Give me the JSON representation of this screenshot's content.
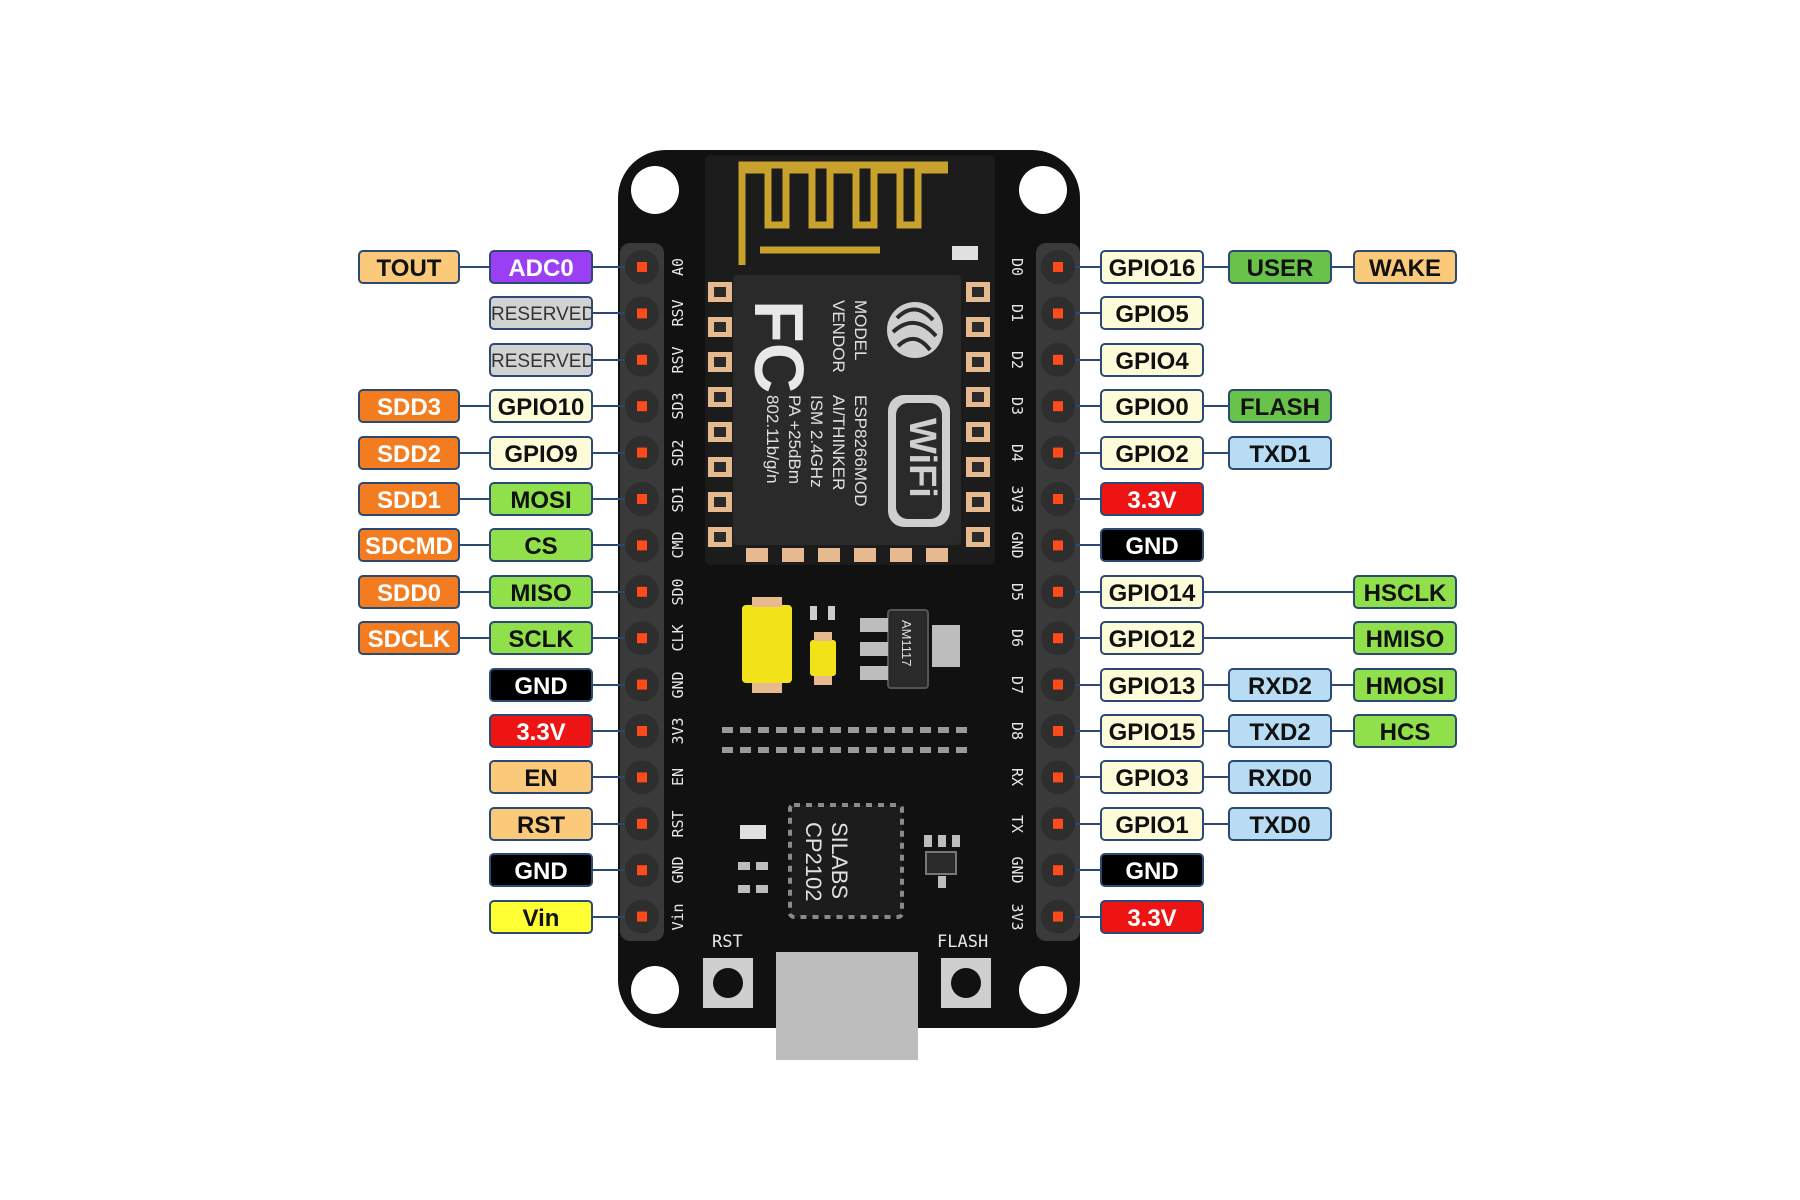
{
  "colors": {
    "board": "#111111",
    "pin_header": "#3a3a3a",
    "pin_dot": "#ff4a1a",
    "antenna": "#c9a22e",
    "pad": "#e6b98f",
    "connector_line": "#2b4a73",
    "usb": "#bdbdbd",
    "capacitor": "#f2e21a"
  },
  "module": {
    "logo_fc": "FC",
    "lines": [
      "MODEL",
      "VENDOR",
      "ESP8266MOD",
      "AI/THINKER",
      "ISM 2.4GHz",
      "PA +25dBm",
      "802.11b/g/n"
    ],
    "wifi_logo": "WiFi"
  },
  "regulator_label": "AM1117",
  "usb_chip": {
    "line1": "SILABS",
    "line2": "CP2102"
  },
  "buttons": {
    "rst": "RST",
    "flash": "FLASH"
  },
  "left_pins": [
    {
      "silk": "A0",
      "labels": [
        {
          "text": "ADC0",
          "style": "adc"
        },
        {
          "text": "TOUT",
          "style": "light-orange"
        }
      ]
    },
    {
      "silk": "RSV",
      "labels": [
        {
          "text": "RESERVED",
          "style": "reserved"
        }
      ]
    },
    {
      "silk": "RSV",
      "labels": [
        {
          "text": "RESERVED",
          "style": "reserved"
        }
      ]
    },
    {
      "silk": "SD3",
      "labels": [
        {
          "text": "GPIO10",
          "style": "gpio"
        },
        {
          "text": "SDD3",
          "style": "orange"
        }
      ]
    },
    {
      "silk": "SD2",
      "labels": [
        {
          "text": "GPIO9",
          "style": "gpio"
        },
        {
          "text": "SDD2",
          "style": "orange"
        }
      ]
    },
    {
      "silk": "SD1",
      "labels": [
        {
          "text": "MOSI",
          "style": "green"
        },
        {
          "text": "SDD1",
          "style": "orange"
        }
      ]
    },
    {
      "silk": "CMD",
      "labels": [
        {
          "text": "CS",
          "style": "green"
        },
        {
          "text": "SDCMD",
          "style": "orange"
        }
      ]
    },
    {
      "silk": "SD0",
      "labels": [
        {
          "text": "MISO",
          "style": "green"
        },
        {
          "text": "SDD0",
          "style": "orange"
        }
      ]
    },
    {
      "silk": "CLK",
      "labels": [
        {
          "text": "SCLK",
          "style": "green"
        },
        {
          "text": "SDCLK",
          "style": "orange"
        }
      ]
    },
    {
      "silk": "GND",
      "labels": [
        {
          "text": "GND",
          "style": "black"
        }
      ]
    },
    {
      "silk": "3V3",
      "labels": [
        {
          "text": "3.3V",
          "style": "red"
        }
      ]
    },
    {
      "silk": "EN",
      "labels": [
        {
          "text": "EN",
          "style": "light-orange"
        }
      ]
    },
    {
      "silk": "RST",
      "labels": [
        {
          "text": "RST",
          "style": "light-orange"
        }
      ]
    },
    {
      "silk": "GND",
      "labels": [
        {
          "text": "GND",
          "style": "black"
        }
      ]
    },
    {
      "silk": "Vin",
      "labels": [
        {
          "text": "Vin",
          "style": "yellow"
        }
      ]
    }
  ],
  "right_pins": [
    {
      "silk": "D0",
      "labels": [
        {
          "text": "GPIO16",
          "style": "gpio"
        },
        {
          "text": "USER",
          "style": "dark-green"
        },
        {
          "text": "WAKE",
          "style": "light-orange"
        }
      ]
    },
    {
      "silk": "D1",
      "labels": [
        {
          "text": "GPIO5",
          "style": "gpio"
        }
      ]
    },
    {
      "silk": "D2",
      "labels": [
        {
          "text": "GPIO4",
          "style": "gpio"
        }
      ]
    },
    {
      "silk": "D3",
      "labels": [
        {
          "text": "GPIO0",
          "style": "gpio"
        },
        {
          "text": "FLASH",
          "style": "dark-green"
        }
      ]
    },
    {
      "silk": "D4",
      "labels": [
        {
          "text": "GPIO2",
          "style": "gpio"
        },
        {
          "text": "TXD1",
          "style": "blue"
        }
      ]
    },
    {
      "silk": "3V3",
      "labels": [
        {
          "text": "3.3V",
          "style": "red"
        }
      ]
    },
    {
      "silk": "GND",
      "labels": [
        {
          "text": "GND",
          "style": "black"
        }
      ]
    },
    {
      "silk": "D5",
      "labels": [
        {
          "text": "GPIO14",
          "style": "gpio"
        },
        {
          "text": "HSCLK",
          "style": "green",
          "far": true
        }
      ]
    },
    {
      "silk": "D6",
      "labels": [
        {
          "text": "GPIO12",
          "style": "gpio"
        },
        {
          "text": "HMISO",
          "style": "green",
          "far": true
        }
      ]
    },
    {
      "silk": "D7",
      "labels": [
        {
          "text": "GPIO13",
          "style": "gpio"
        },
        {
          "text": "RXD2",
          "style": "blue"
        },
        {
          "text": "HMOSI",
          "style": "green"
        }
      ]
    },
    {
      "silk": "D8",
      "labels": [
        {
          "text": "GPIO15",
          "style": "gpio"
        },
        {
          "text": "TXD2",
          "style": "blue"
        },
        {
          "text": "HCS",
          "style": "green"
        }
      ]
    },
    {
      "silk": "RX",
      "labels": [
        {
          "text": "GPIO3",
          "style": "gpio"
        },
        {
          "text": "RXD0",
          "style": "blue"
        }
      ]
    },
    {
      "silk": "TX",
      "labels": [
        {
          "text": "GPIO1",
          "style": "gpio"
        },
        {
          "text": "TXD0",
          "style": "blue"
        }
      ]
    },
    {
      "silk": "GND",
      "labels": [
        {
          "text": "GND",
          "style": "black"
        }
      ]
    },
    {
      "silk": "3V3",
      "labels": [
        {
          "text": "3.3V",
          "style": "red"
        }
      ]
    }
  ]
}
